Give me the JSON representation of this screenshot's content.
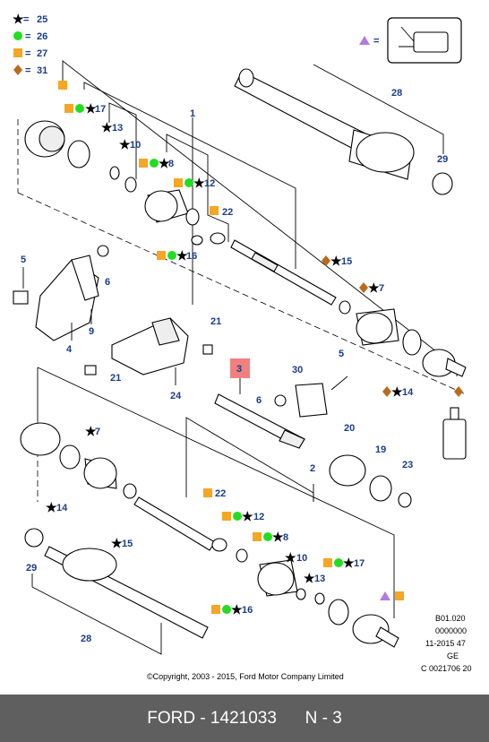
{
  "legend": [
    {
      "symbol": "star",
      "value": "25"
    },
    {
      "symbol": "circle",
      "value": "26"
    },
    {
      "symbol": "square",
      "value": "27"
    },
    {
      "symbol": "diamond",
      "value": "31"
    }
  ],
  "legend_colors": {
    "circle": "#22dd22",
    "square": "#f5a623",
    "diamond": "#b86b1e",
    "triangle": "#b07be0",
    "highlight": "#f08080",
    "label_blue": "#1a3c8c"
  },
  "star": "★",
  "eq": "=",
  "labels": {
    "p1": "1",
    "p2": "2",
    "p3": "3",
    "p4": "4",
    "p5a": "5",
    "p5b": "5",
    "p6a": "6",
    "p6b": "6",
    "p7a": "7",
    "p7b": "7",
    "p8a": "8",
    "p8b": "8",
    "p9": "9",
    "p10a": "10",
    "p10b": "10",
    "p12a": "12",
    "p12b": "12",
    "p13a": "13",
    "p13b": "13",
    "p14a": "14",
    "p14b": "14",
    "p15a": "15",
    "p15b": "15",
    "p16a": "16",
    "p16b": "16",
    "p17a": "17",
    "p17b": "17",
    "p19": "19",
    "p20": "20",
    "p21a": "21",
    "p21b": "21",
    "p22a": "22",
    "p22b": "22",
    "p23": "23",
    "p24": "24",
    "p28a": "28",
    "p28b": "28",
    "p29a": "29",
    "p29b": "29",
    "p30": "30"
  },
  "info_block": [
    "B01.020",
    "0000000",
    "11-2015 47",
    "GE",
    "C 0021706 20"
  ],
  "copyright": "©Copyright, 2003 - 2015, Ford Motor Company Limited",
  "footer": {
    "left": "FORD - 1421033",
    "right": "N - 3"
  }
}
